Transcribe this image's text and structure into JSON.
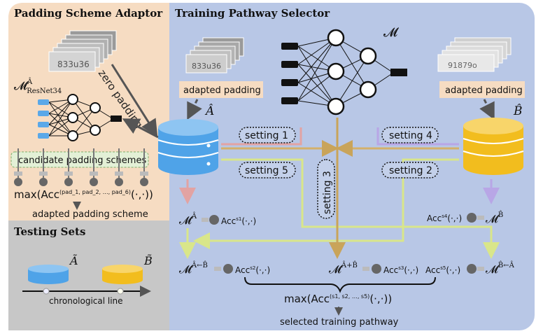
{
  "panels": {
    "padding": {
      "title": "Padding Scheme Adaptor",
      "bg": "#f6dcc2"
    },
    "selector": {
      "title": "Training Pathway Selector",
      "bg": "#b8c7e6"
    },
    "testing": {
      "title": "Testing Sets",
      "bg": "#c7c7c7"
    }
  },
  "models": {
    "resnet_main": "𝓜",
    "resnet_sup": "Â",
    "resnet_sub": "ResNet34",
    "main": "𝓜"
  },
  "images": {
    "left_plate_text": "833u36",
    "mid_plate_text": "833u36",
    "right_plate_text": "91879o",
    "zero_padding": "zero padding"
  },
  "labels": {
    "adapted_padding_left": "adapted padding",
    "adapted_padding_right": "adapted padding",
    "candidate_schemes": "candidate padding schemes",
    "adapted_scheme": "adapted padding scheme",
    "max_padding": "max(Acc",
    "max_padding_sup": "(pad_1, pad_2, …, pad_6)",
    "max_padding_tail": "(·,·))",
    "chronological_line": "chronological line",
    "selected_pathway": "selected training pathway",
    "max_settings": "max(Acc",
    "max_settings_sup": "(s1, s2, …, s5)",
    "max_settings_tail": "(·,·))"
  },
  "datasets": {
    "a": "Â",
    "b": "B̂",
    "test_a": "Ã",
    "test_b": "B̃"
  },
  "settings": [
    "setting 1",
    "setting 2",
    "setting 3",
    "setting 4",
    "setting 5"
  ],
  "results": {
    "r1_model": "𝓜",
    "r1_sup": "Â",
    "r1_acc": "Acc",
    "r1_acc_sup": "s1",
    "r1_tail": "(·,·)",
    "r2_model": "𝓜",
    "r2_sup": "Â←B̂",
    "r2_acc": "Acc",
    "r2_acc_sup": "s2",
    "r2_tail": "(·,·)",
    "r3_model": "𝓜",
    "r3_sup": "Â+B̂",
    "r3_acc": "Acc",
    "r3_acc_sup": "s3",
    "r3_tail": "(·,·)",
    "r4_model": "𝓜",
    "r4_sup": "B̂",
    "r4_acc": "Acc",
    "r4_acc_sup": "s4",
    "r4_tail": "(·,·)",
    "r5_model": "𝓜",
    "r5_sup": "B̂←Â",
    "r5_acc": "Acc",
    "r5_acc_sup": "s5",
    "r5_tail": "(·,·)"
  },
  "colors": {
    "db_blue": "#4fa3e8",
    "db_yellow": "#f2bd1e",
    "setting1": "#e2a3a3",
    "setting2": "#d9e68a",
    "setting3": "#d4b06a",
    "setting4": "#b8a6e6",
    "setting5": "#d9e68a",
    "node_blue": "#5aa8e8"
  }
}
